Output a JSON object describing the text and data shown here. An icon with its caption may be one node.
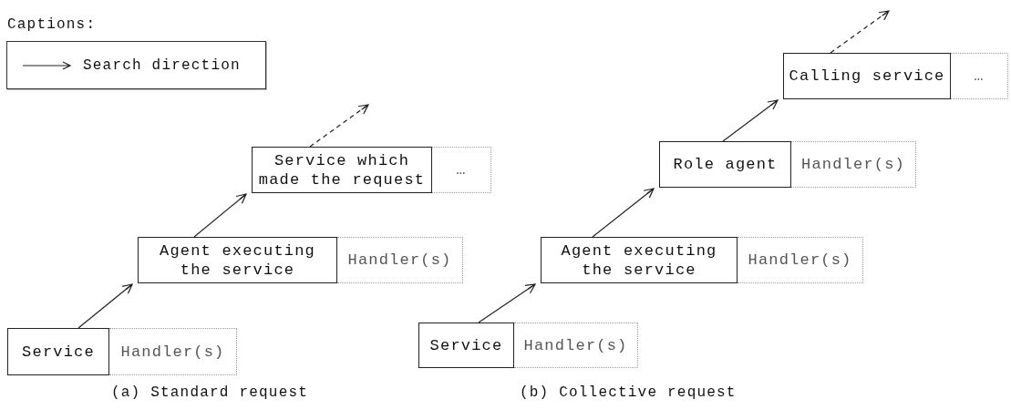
{
  "diagram": {
    "nodes": [
      {
        "text": [
          "Service"
        ]
      },
      {
        "text": [
          "Handler(s)"
        ]
      },
      {
        "text": [
          "Agent executing the service"
        ]
      },
      {
        "text": [
          "Handler(s)"
        ]
      },
      {
        "text": [
          "Service which made the request"
        ]
      },
      {
        "text": [
          "…"
        ]
      },
      {
        "text": [
          "Service"
        ]
      },
      {
        "text": [
          "Handler(s)"
        ]
      },
      {
        "text": [
          "Agent executing the service"
        ]
      },
      {
        "text": [
          "Handler(s)"
        ]
      },
      {
        "text": [
          "Role agent"
        ]
      },
      {
        "text": [
          "Handler(s)"
        ]
      },
      {
        "text": [
          "Calling service"
        ]
      },
      {
        "text": [
          "…"
        ]
      }
    ],
    "edges": [
      {
        "from": 0,
        "to": 2,
        "arrow": "to"
      },
      {
        "from": 2,
        "to": 4,
        "arrow": "to"
      },
      {
        "from": 4,
        "to": null,
        "arrow": "to",
        "style": "dashed"
      },
      {
        "from": 6,
        "to": 8,
        "arrow": "to"
      },
      {
        "from": 8,
        "to": 10,
        "arrow": "to"
      },
      {
        "from": 10,
        "to": 12,
        "arrow": "to"
      },
      {
        "from": 12,
        "to": null,
        "arrow": "to",
        "style": "dashed"
      }
    ],
    "labels": [
      "Captions:",
      "(a) Standard request",
      "(b) Collective request"
    ],
    "legend": [
      {
        "text": "Search direction"
      }
    ]
  }
}
